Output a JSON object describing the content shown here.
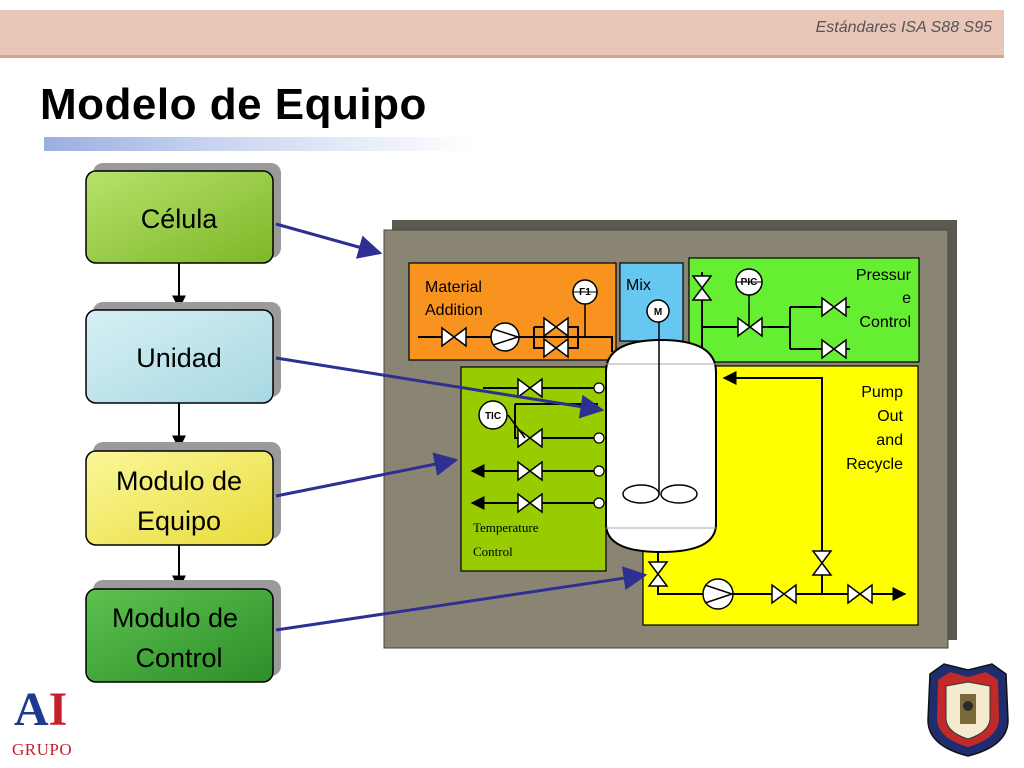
{
  "header": {
    "note": "Estándares ISA S88 S95"
  },
  "title": "Modelo de Equipo",
  "levels": [
    {
      "line1": "Célula",
      "line2": ""
    },
    {
      "line1": "Unidad",
      "line2": ""
    },
    {
      "line1": "Modulo de",
      "line2": "Equipo"
    },
    {
      "line1": "Modulo de",
      "line2": "Control"
    }
  ],
  "colors": {
    "celula": "#8ec63f",
    "unidad": "#b9e2ea",
    "modulo_equipo": "#f1ea5a",
    "modulo_control": "#3fa83a",
    "arrow": "#2e2f92",
    "plant_bg": "#8a8572",
    "material": "#f7931e",
    "mix": "#66c7f0",
    "pressure": "#66ee33",
    "temperature": "#99cc00",
    "pump": "#ffff00"
  },
  "process": {
    "material_line1": "Material",
    "material_line2": "Addition",
    "mix": "Mix",
    "pressure_line1": "Pressur",
    "pressure_line2": "e",
    "pressure_line3": "Control",
    "pump_line1": "Pump",
    "pump_line2": "Out",
    "pump_line3": "and",
    "pump_line4": "Recycle",
    "temp_line1": "Temperature",
    "temp_line2": "Control",
    "f1": "F1",
    "m": "M",
    "pic": "PIC",
    "tic": "TIC"
  },
  "logo": {
    "a": "A",
    "i": "I",
    "grupo": "GRUPO"
  }
}
